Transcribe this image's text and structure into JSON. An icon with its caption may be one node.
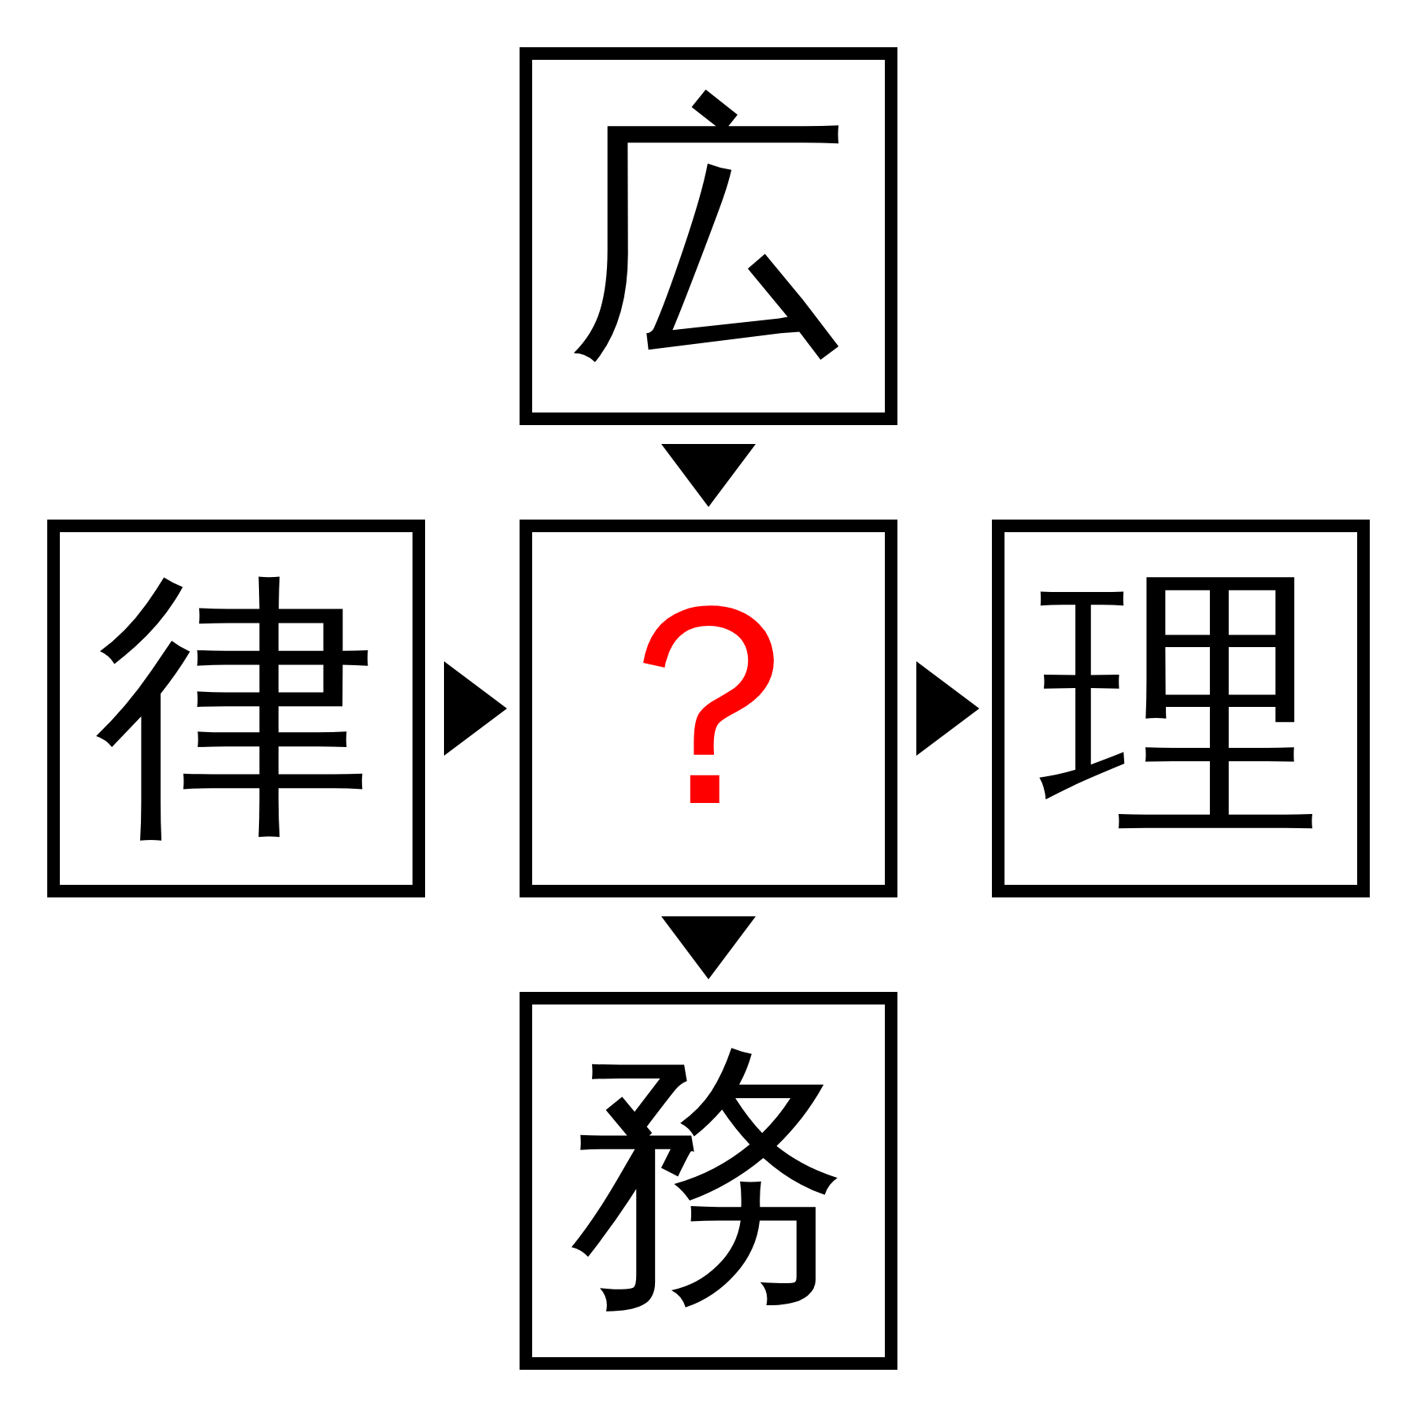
{
  "diagram": {
    "nodes": [
      {
        "text": [
          "広"
        ]
      },
      {
        "text": [
          "律"
        ]
      },
      {
        "text": [
          "？"
        ]
      },
      {
        "text": [
          "理"
        ]
      },
      {
        "text": [
          "務"
        ]
      }
    ],
    "edges": [
      {
        "from": 0,
        "to": 2,
        "arrow": "to"
      },
      {
        "from": 1,
        "to": 2,
        "arrow": "to"
      },
      {
        "from": 2,
        "to": 3,
        "arrow": "to"
      },
      {
        "from": 2,
        "to": 4,
        "arrow": "to"
      }
    ]
  }
}
